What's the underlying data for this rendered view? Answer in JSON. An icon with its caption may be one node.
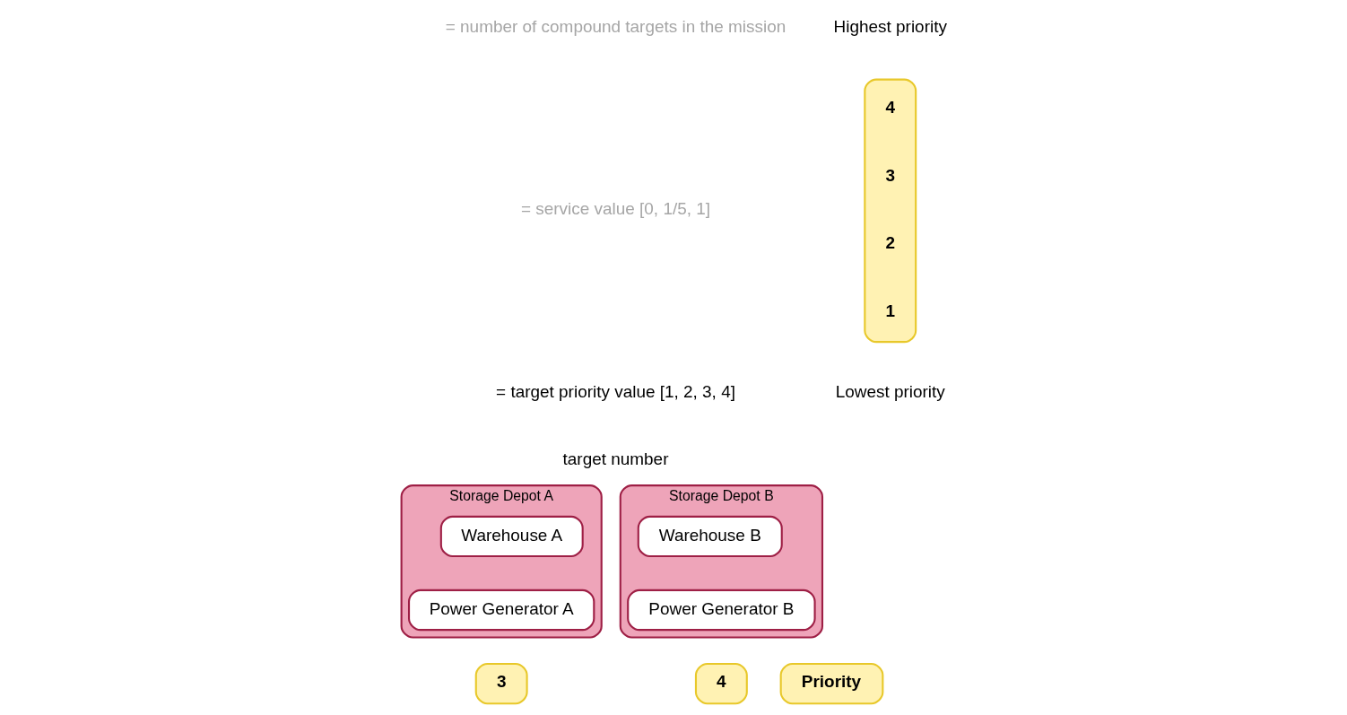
{
  "diagram": {
    "nodes": [
      {
        "text": [
          "Storage Depot A"
        ]
      },
      {
        "text": [
          "Warehouse A"
        ],
        "in": 0
      },
      {
        "text": [
          "Power Generator A"
        ],
        "in": 0
      },
      {
        "text": [
          "Storage Depot B"
        ]
      },
      {
        "text": [
          "Warehouse B"
        ],
        "in": 3
      },
      {
        "text": [
          "Power Generator B"
        ],
        "in": 3
      },
      {
        "text": [
          "Priority"
        ]
      },
      {
        "text": [
          "3"
        ]
      },
      {
        "text": [
          "4"
        ]
      },
      {
        "text": [
          "4",
          "3",
          "2",
          "1"
        ],
        "beside": [
          "Highest priority",
          "Lowest priority"
        ]
      }
    ],
    "edges": [],
    "labels": [
      "= number of compound targets in the mission",
      "= service value [0, 1/5, 1]",
      "= target priority value [1, 2, 3, 4]",
      "target number"
    ]
  }
}
